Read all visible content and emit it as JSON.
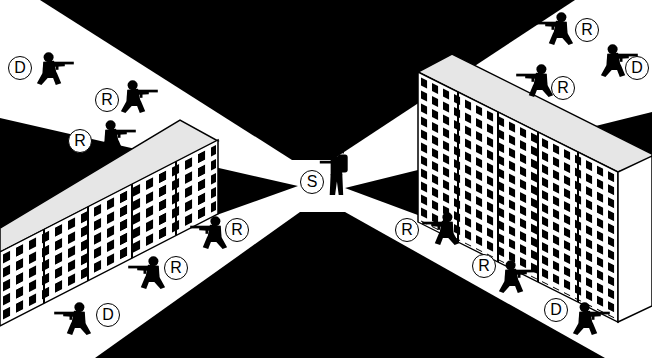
{
  "diagram": {
    "nodes": [
      {
        "text": [
          "R"
        ]
      },
      {
        "text": [
          "D"
        ]
      },
      {
        "text": [
          "D"
        ]
      },
      {
        "text": [
          "R"
        ]
      },
      {
        "text": [
          "R"
        ]
      },
      {
        "text": [
          "R"
        ]
      },
      {
        "text": [
          "S"
        ]
      },
      {
        "text": [
          "R"
        ]
      },
      {
        "text": [
          "R"
        ]
      },
      {
        "text": [
          "R"
        ]
      },
      {
        "text": [
          "R"
        ]
      },
      {
        "text": [
          "D"
        ]
      },
      {
        "text": [
          "D"
        ]
      }
    ]
  }
}
